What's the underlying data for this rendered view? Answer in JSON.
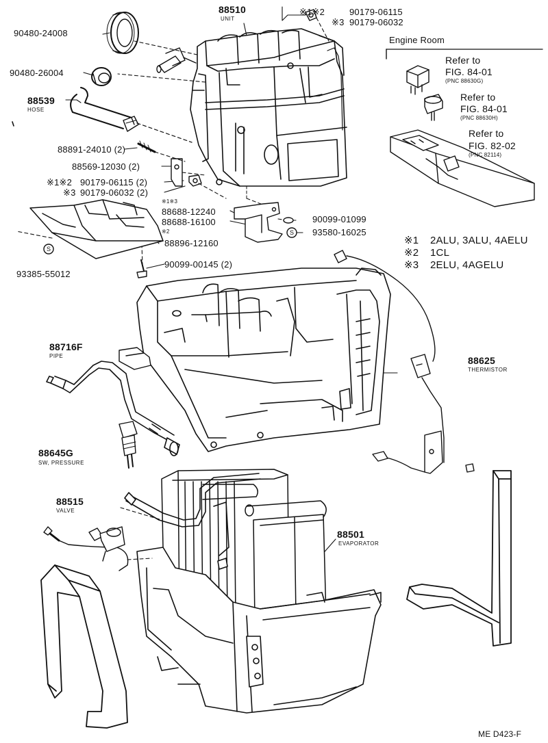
{
  "colors": {
    "ink": "#111111",
    "paper": "#ffffff"
  },
  "parts": {
    "unit": {
      "pn": "88510",
      "name": "UNIT"
    },
    "grommet_a": {
      "pn": "90480-24008"
    },
    "grommet_b": {
      "pn": "90480-26004"
    },
    "hose": {
      "pn": "88539",
      "name": "HOSE"
    },
    "stud": {
      "pn": "88891-24010 (2)"
    },
    "bracket_a": {
      "pn": "88569-12030 (2)"
    },
    "nut_12_b": {
      "mark": "※1※2",
      "pn": "90179-06115 (2)"
    },
    "nut_3_b": {
      "mark": "※3",
      "pn": "90179-06032 (2)"
    },
    "nut_12_top": {
      "mark": "※1※2",
      "pn": "90179-06115"
    },
    "nut_3_top": {
      "mark": "※3",
      "pn": "90179-06032"
    },
    "bracket_13": {
      "mark": "※1※3",
      "pn": "88688-12240"
    },
    "bracket_2": {
      "mark": "※2",
      "pn": "88688-16100"
    },
    "cover": {
      "pn": "88896-12160"
    },
    "washer": {
      "pn": "90099-01099"
    },
    "screw_s": {
      "pn": "93580-16025"
    },
    "clip_s": {
      "pn": "93385-55012"
    },
    "screw": {
      "pn": "90099-00145 (2)"
    },
    "pipe": {
      "pn": "88716F",
      "name": "PIPE"
    },
    "pressure_sw": {
      "pn": "88645G",
      "name": "SW, PRESSURE"
    },
    "thermistor": {
      "pn": "88625",
      "name": "THERMISTOR"
    },
    "valve": {
      "pn": "88515",
      "name": "VALVE"
    },
    "evaporator": {
      "pn": "88501",
      "name": "EVAPORATOR"
    }
  },
  "engine_room": {
    "title": "Engine Room",
    "refs": [
      {
        "line1": "Refer to",
        "line2": "FIG. 84-01",
        "pnc": "(PNC 88630G)"
      },
      {
        "line1": "Refer to",
        "line2": "FIG. 84-01",
        "pnc": "(PNC 88630H)"
      },
      {
        "line1": "Refer to",
        "line2": "FIG. 82-02",
        "pnc": "(PNC 82114)"
      }
    ]
  },
  "s_symbol": "S",
  "legend": [
    {
      "mark": "※1",
      "text": "2ALU, 3ALU, 4AELU"
    },
    {
      "mark": "※2",
      "text": "1CL"
    },
    {
      "mark": "※3",
      "text": "2ELU, 4AGELU"
    }
  ],
  "figure_code": "ME D423-F"
}
